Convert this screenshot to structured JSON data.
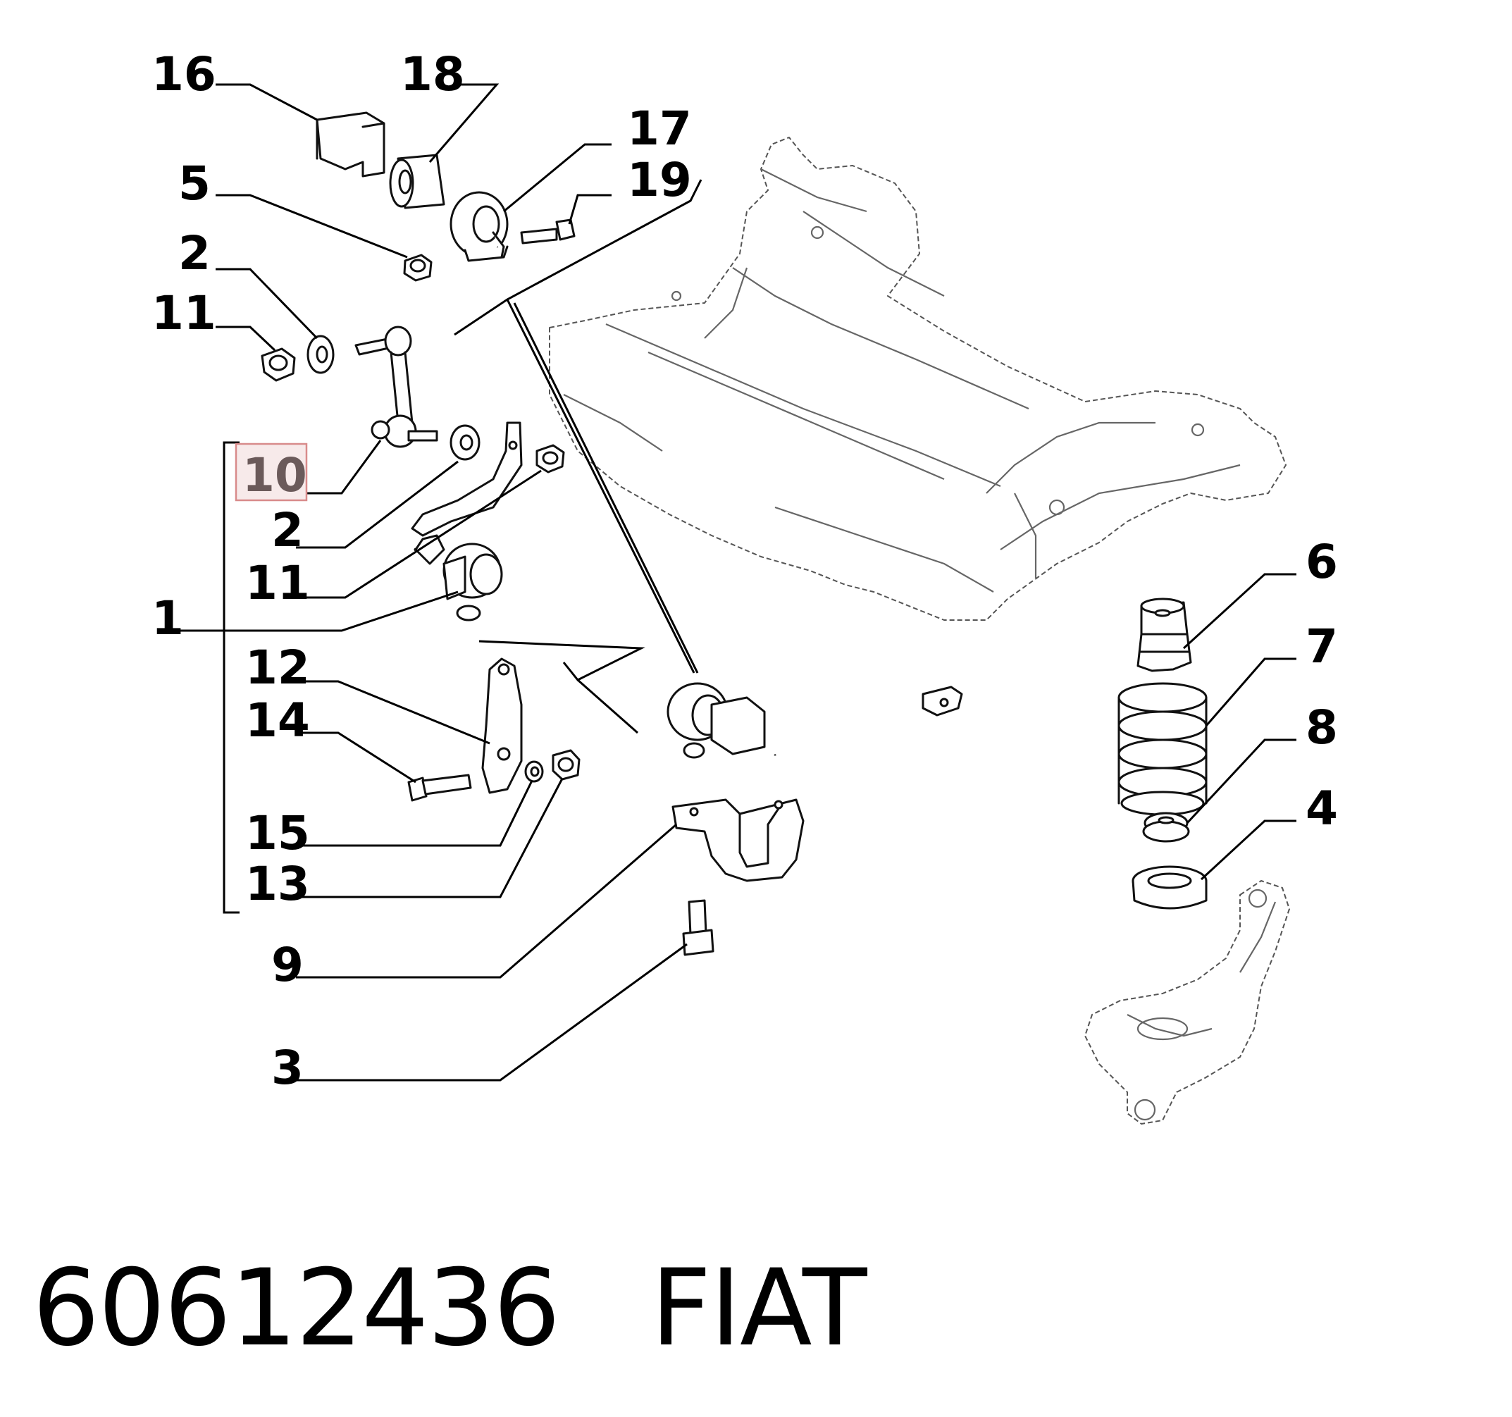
{
  "labels": {
    "l16": "16",
    "l18": "18",
    "l17": "17",
    "l19": "19",
    "l5": "5",
    "l2a": "2",
    "l11a": "11",
    "l10": "10",
    "l2b": "2",
    "l11b": "11",
    "l1": "1",
    "l12": "12",
    "l14": "14",
    "l15": "15",
    "l13": "13",
    "l9": "9",
    "l3": "3",
    "l6": "6",
    "l7": "7",
    "l8": "8",
    "l4": "4"
  },
  "highlighted_label": "10",
  "highlight_color": "#d88b8b",
  "footer": {
    "part_number": "60612436",
    "brand": "FIAT"
  }
}
